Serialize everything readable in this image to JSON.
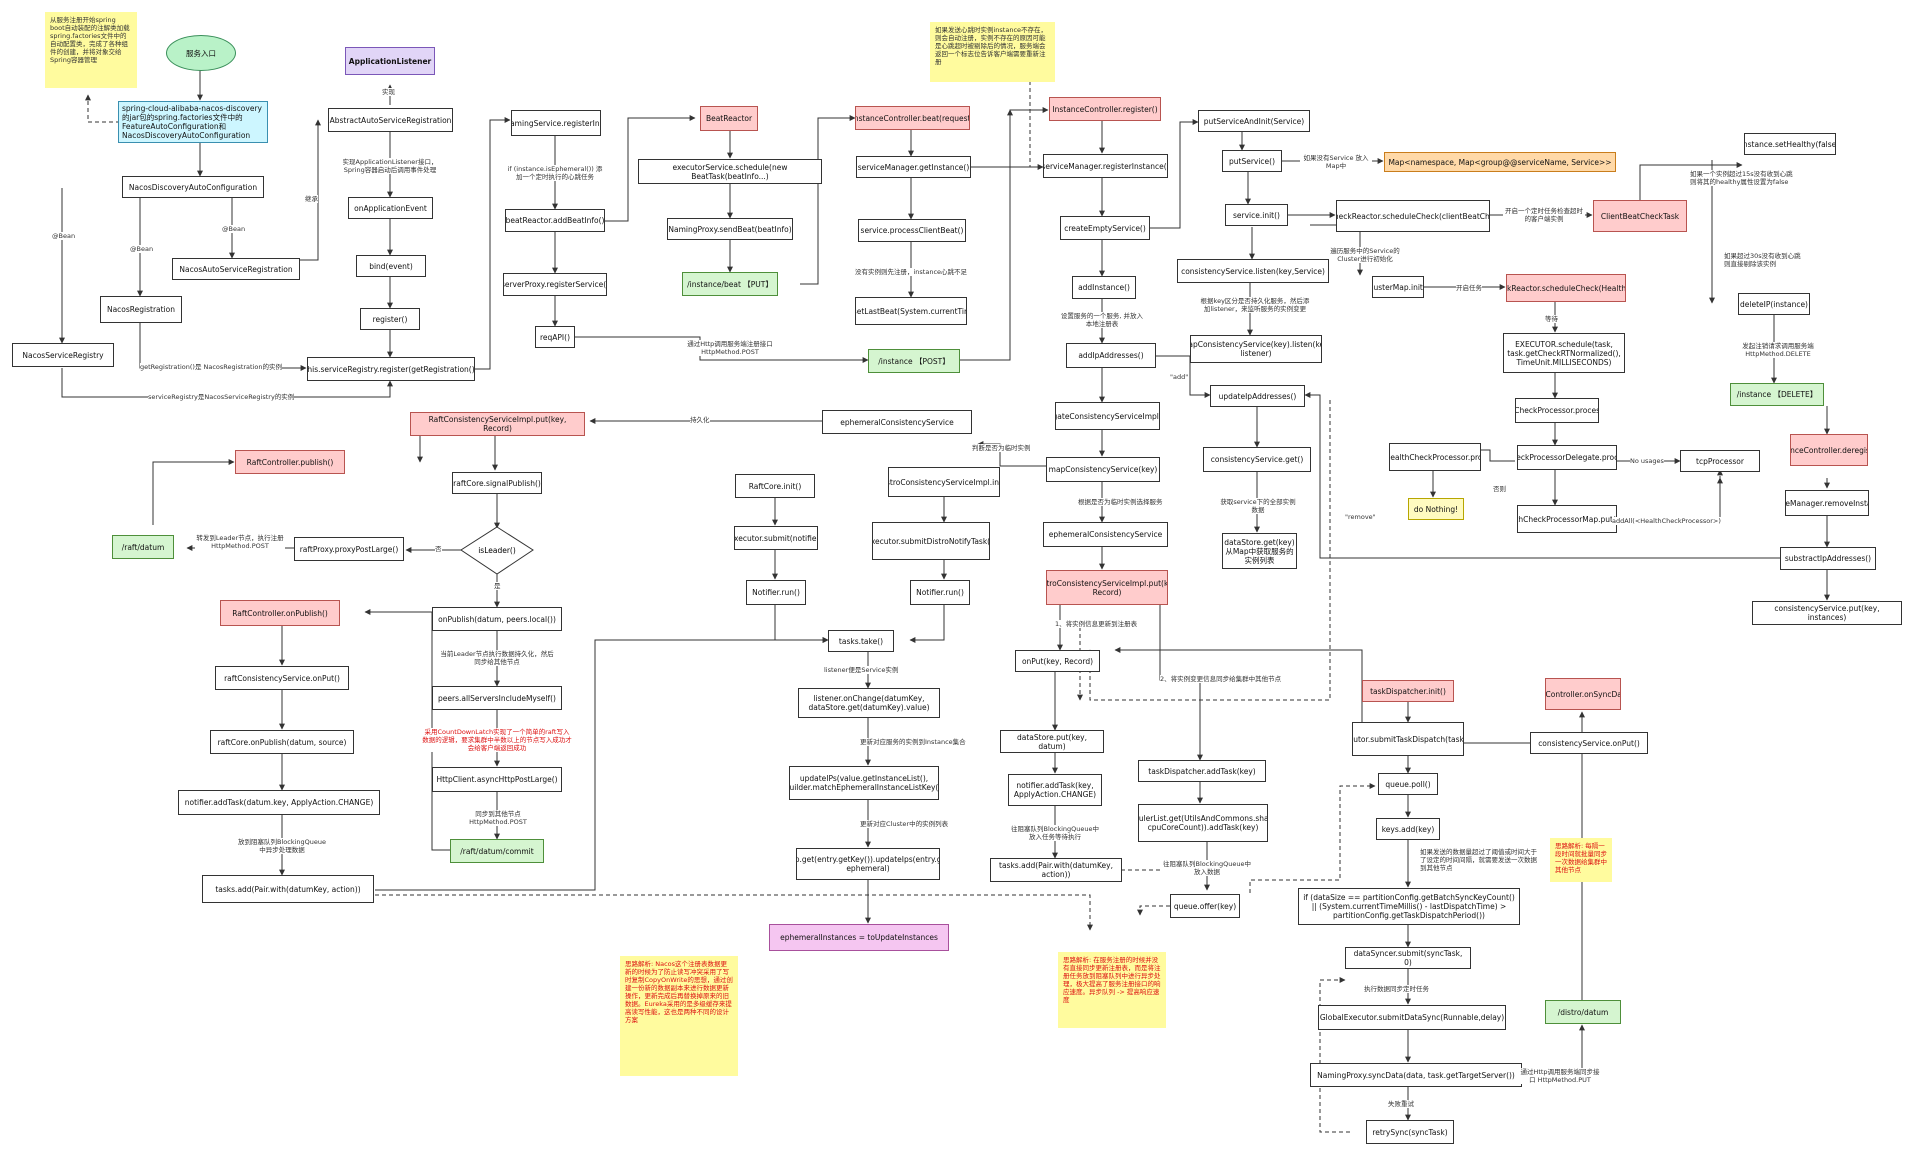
{
  "nodes": {
    "start": "服务入口",
    "spring_factories": "spring-cloud-alibaba-nacos-discovery的jar包的spring.factories文件中的FeatureAutoConfiguration和NacosDiscoveryAutoConfiguration",
    "app_listener": "ApplicationListener",
    "abstract_auto_reg": "AbstractAutoServiceRegistration",
    "on_app_event": "onApplicationEvent",
    "bind_event": "bind(event)",
    "register": "register()",
    "this_reg_register": "this.serviceRegistry.register(getRegistration())",
    "nacos_disc_auto_cfg": "NacosDiscoveryAutoConfiguration",
    "nacos_auto_srv_reg": "NacosAutoServiceRegistration",
    "nacos_registration": "NacosRegistration",
    "nacos_srv_registry": "NacosServiceRegistry",
    "nacos_naming_service": "NacosNamingService.registerInstance()",
    "beat_add_beat_info": "beatReactor.addBeatInfo()",
    "server_proxy_register": "serverProxy.registerService()",
    "req_api": "reqAPI()",
    "beat_reactor": "BeatReactor",
    "executor_schedule": "executorService.schedule(new BeatTask(beatInfo...)",
    "naming_proxy_send_beat": "NamingProxy.sendBeat(beatInfo)",
    "instance_beat_put": "/instance/beat 【PUT】",
    "ic_beat": "InstanceController.beat(request)",
    "sm_get_instance": "serviceManager.getInstance()",
    "service_process_beat": "service.processClientBeat()",
    "instance_set_last_beat": "instance.setLastBeat(System.currentTimeMillis())",
    "instance_post": "/instance 【POST】",
    "ic_register": "InstanceController.register()",
    "sm_register_instance": "serviceManager.registerInstance()",
    "create_empty_service": "createEmptyService()",
    "add_instance": "addInstance()",
    "add_ip_addresses": "addIpAddresses()",
    "put_service_and_init": "putServiceAndInit(Service)",
    "put_service": "putService()",
    "map_namespace": "Map<namespace, Map<group@@serviceName, Service>>",
    "service_init": "service.init()",
    "hc_schedule_check": "HealthCheckReactor.scheduleCheck(clientBeatCheckTask)",
    "client_beat_check_task": "ClientBeatCheckTask",
    "consistency_listen": "consistencyService.listen(key,Service)",
    "cluster_map_init": "clusterMap.init()",
    "hc_reactor_schedule": "HealthCheckReactor.scheduleCheck(HealthCheckTask)",
    "map_consistency_listen": "mapConsistencyService(key).listen(key, listener)",
    "instance_set_healthy": "instance.setHealthy(false)",
    "delete_instance": "deleteIP(instance)",
    "instance_delete": "/instance 【DELETE】",
    "ic_deregister": "InstanceController.deregister()",
    "sm_remove_instance": "serviceManager.removeInstance()",
    "substract_ip": "substractIpAddresses()",
    "consistency_put_remove": "consistencyService.put(key, instances)",
    "executor_schedule_task": "EXECUTOR.schedule(task, task.getCheckRTNormalized(), TimeUnit.MILLISECONDS)",
    "hc_processor": "healthCheckProcessor.process(this)",
    "hc_processor_delegate": "HealthCheckProcessorDelegate.process(task)",
    "hc_processor_map": "HealthCheckProcessorMap.put(type)",
    "tcp_processor": "tcpProcessor",
    "none_hc_processor": "NoneHealthCheckProcessor.process()",
    "do_nothing": "do Nothing!",
    "update_ip_addresses": "updateIpAddresses()",
    "consistency_get": "consistencyService.get()",
    "datastore_get": "dataStore.get(key) 从Map中获取服务的实例列表",
    "delegate_consistency": "DelegateConsistencyServiceImpl.put()",
    "map_consistency_service": "mapConsistencyService(key)",
    "ephemeral_consistency": "ephemeralConsistencyService",
    "ephemeral_consistency_top": "ephemeralConsistencyService",
    "distro_consistency_put": "DistroConsistencyServiceImpl.put(key, Record)",
    "raft_consistency_put": "RaftConsistencyServiceImpl.put(key, Record)",
    "raft_controller_publish": "RaftController.publish()",
    "raft_core_signal": "raftCore.signalPublish()",
    "is_leader": "isLeader()",
    "raft_proxy_post": "raftProxy.proxyPostLarge()",
    "raft_datum": "/raft/datum",
    "on_publish": "onPublish(datum, peers.local())",
    "peers_all_servers": "peers.allServersIncludeMyself()",
    "http_client_post": "HttpClient.asyncHttpPostLarge()",
    "raft_datum_commit": "/raft/datum/commit",
    "raft_controller_on_publish": "RaftController.onPublish()",
    "raft_consistency_on_put": "raftConsistencyService.onPut()",
    "raft_core_on_publish": "raftCore.onPublish(datum, source)",
    "notifier_add_task_raft": "notifier.addTask(datum.key, ApplyAction.CHANGE)",
    "tasks_add_raft": "tasks.add(Pair.with(datumKey, action))",
    "raft_core_init": "RaftCore.init()",
    "executor_submit_notifier": "executor.submit(notifier)",
    "notifier_run_1": "Notifier.run()",
    "distro_consistency_init": "DistroConsistencyServiceImpl.init()",
    "global_executor_distro": "GlobalExecutor.submitDistroNotifyTask(notifier)",
    "notifier_run_2": "Notifier.run()",
    "tasks_take": "tasks.take()",
    "listener_on_change": "listener.onChange(datumKey, dataStore.get(datumKey).value)",
    "update_ips": "updateIPs(value.getInstanceList(), KeyBuilder.matchEphemeralInstanceListKey(key))",
    "cluster_map_update": "clusterMap.get(entry.getKey()).updateIps(entry.getValue(), ephemeral)",
    "ephemeral_instances": "ephemeralInstances = toUpdateInstances",
    "on_put": "onPut(key, Record)",
    "datastore_put": "dataStore.put(key, datum)",
    "notifier_add_task": "notifier.addTask(key, ApplyAction.CHANGE)",
    "tasks_add_pair": "tasks.add(Pair.with(datumKey, action))",
    "task_dispatcher_add": "taskDispatcher.addTask(key)",
    "task_scheduler_list": "taskSchedulerList.get(UtilsAndCommons.shakeUp(key, cpuCoreCount)).addTask(key)",
    "queue_offer": "queue.offer(key)",
    "task_dispatcher_init": "taskDispatcher.init()",
    "global_executor_submit": "GlobalExecutor.submitTaskDispatch(taskScheduler)",
    "queue_poll": "queue.poll()",
    "keys_add": "keys.add(key)",
    "batch_check": "if (dataSize == partitionConfig.getBatchSyncKeyCount() || (System.currentTimeMillis() - lastDispatchTime) > partitionConfig.getTaskDispatchPeriod())",
    "data_syncer_submit": "dataSyncer.submit(syncTask, 0)",
    "global_executor_data_sync": "GlobalExecutor.submitDataSync(Runnable,delay)",
    "naming_proxy_sync": "NamingProxy.syncData(data, task.getTargetServer())",
    "distro_datum": "/distro/datum",
    "distro_controller": "DistroController.onSyncDatum()",
    "consistency_on_put": "consistencyService.onPut()",
    "retry_sync": "retrySync(syncTask)"
  },
  "edge_labels": {
    "impl": "实现",
    "at_bean_1": "@Bean",
    "at_bean_2": "@Bean",
    "at_bean_3": "@Bean",
    "inherit": "继承",
    "impl_listener": "实现ApplicationListener接口，Spring容器启动后调用事件处理",
    "get_registration": "getRegistration()是 NacosRegistration的实例",
    "service_registry": "serviceRegistry是NacosServiceRegistry的实例",
    "is_ephemeral": "if (instance.isEphemeral()) 添加一个定时执行的心跳任务",
    "http_post": "通过Http调用服务端注册接口 HttpMethod.POST",
    "beat_no_instance": "没有实例则先注册，instance心跳不足",
    "put_map": "如果没有Service 放入Map中",
    "create_first": "设置服务的一个服务, 并放入本地注册表",
    "timing_check": "开启一个定时任务检查超时的客户端实例",
    "per_service_cluster": "遍历服务中的Service的Cluster进行初始化",
    "schedule_task": "开启任务",
    "build_key": "根据key区分是否持久化服务，然后添加listener，来监听服务的实例变更",
    "add": "\"add\"",
    "remove": "\"remove\"",
    "get_from_datastore": "获取service下的全部实例数据",
    "ephemeral_judge": "判断是否为临时实例",
    "ephemeral_or_not": "根据是否为临时实例选择服务",
    "persistent": "持久化",
    "is_leader_no": "否",
    "is_leader_yes": "是",
    "proxy_to_leader": "转发到Leader节点，执行注册 HttpMethod.POST",
    "leader_self_sync": "当前Leader节点执行数据持久化，然后同步给其他节点",
    "count_down_latch": "采用CountDownLatch实现了一个简单的raft写入数据的逻辑，要求集群中半数以上的节点写入成功才会给客户端返回成功",
    "sync_http": "同步到其他节点 HttpMethod.POST",
    "blocking_queue_raft": "放到阻塞队列BlockingQueue中异步处理数据",
    "listener_callback": "listener便是Service实例",
    "update_to_instance": "更新对应服务的实例到Instance集合",
    "update_cluster": "更新对应Cluster中的实例列表",
    "step1": "1、将实例信息更新到注册表",
    "step2": "2、将实例变更信息同步给集群中其他节点",
    "blocking_queue": "往阻塞队列BlockingQueue中放入任务等待执行",
    "put_queue": "往阻塞队列BlockingQueue中放入数据",
    "yes_no": "No usages",
    "negative": "否则",
    "batch_condition": "如果发送的数据量超过了阈值或时间大于了设定的时间间隔，就需要发送一次数据到其他节点",
    "execute_sync": "执行数据同步定时任务",
    "http_put": "通过Http调用服务端同步接口 HttpMethod.PUT",
    "fail_retry": "失败重试",
    "deregister_http": "发起注销请求调用服务端 HttpMethod.DELETE",
    "more_than_15": "如果一个实例超过15s没有收到心跳则将其的healthy属性设置为false",
    "more_than_30": "如果超过30s没有收到心跳 则直接剔除该实例",
    "add_all": "addAll(<HealthCheckProcessor>)",
    "wait": "等待"
  },
  "notes": {
    "spring_boot": "从服务注册开始spring boot自动装配的注解类加载spring.factories文件中的自动配置类，完成了各种组件的创建，并将对象交给Spring容器管理",
    "beat_note": "如果发送心跳时实例instance不存在，则会自动注册，实例不存在的原因可能是心跳超时被剔除后的情况，服务端会返回一个标志位告诉客户端需要重新注册",
    "copy_on_write": "思路解析: Nacos这个注册表数据更新的时候为了防止读写冲突采用了写时复制CopyOnWrite的思想，通过创建一份新的数据副本来进行数据更新操作，更新完成后再替换掉原来的旧数据。Eureka采用的是多级缓存来提高读写性能，这也是两种不同的设计方案",
    "async_note": "思路解析: 在服务注册的时候并没有直接同步更新注册表，而是将注册任务放到阻塞队列中进行异步处理，极大提高了服务注册接口的响应速度。异步队列 -> 提高响应速度",
    "distro_note": "思路解析: 每隔一段时间就批量同步一次数据给集群中其他节点"
  },
  "colors": {
    "pink": "#ffcccc",
    "green": "#d5f5d0",
    "cyan": "#cdf6ff",
    "purple": "#e1d5f7",
    "note_yellow": "#fffb9e",
    "note_red_text": "#dd1111",
    "edge": "#333333"
  }
}
